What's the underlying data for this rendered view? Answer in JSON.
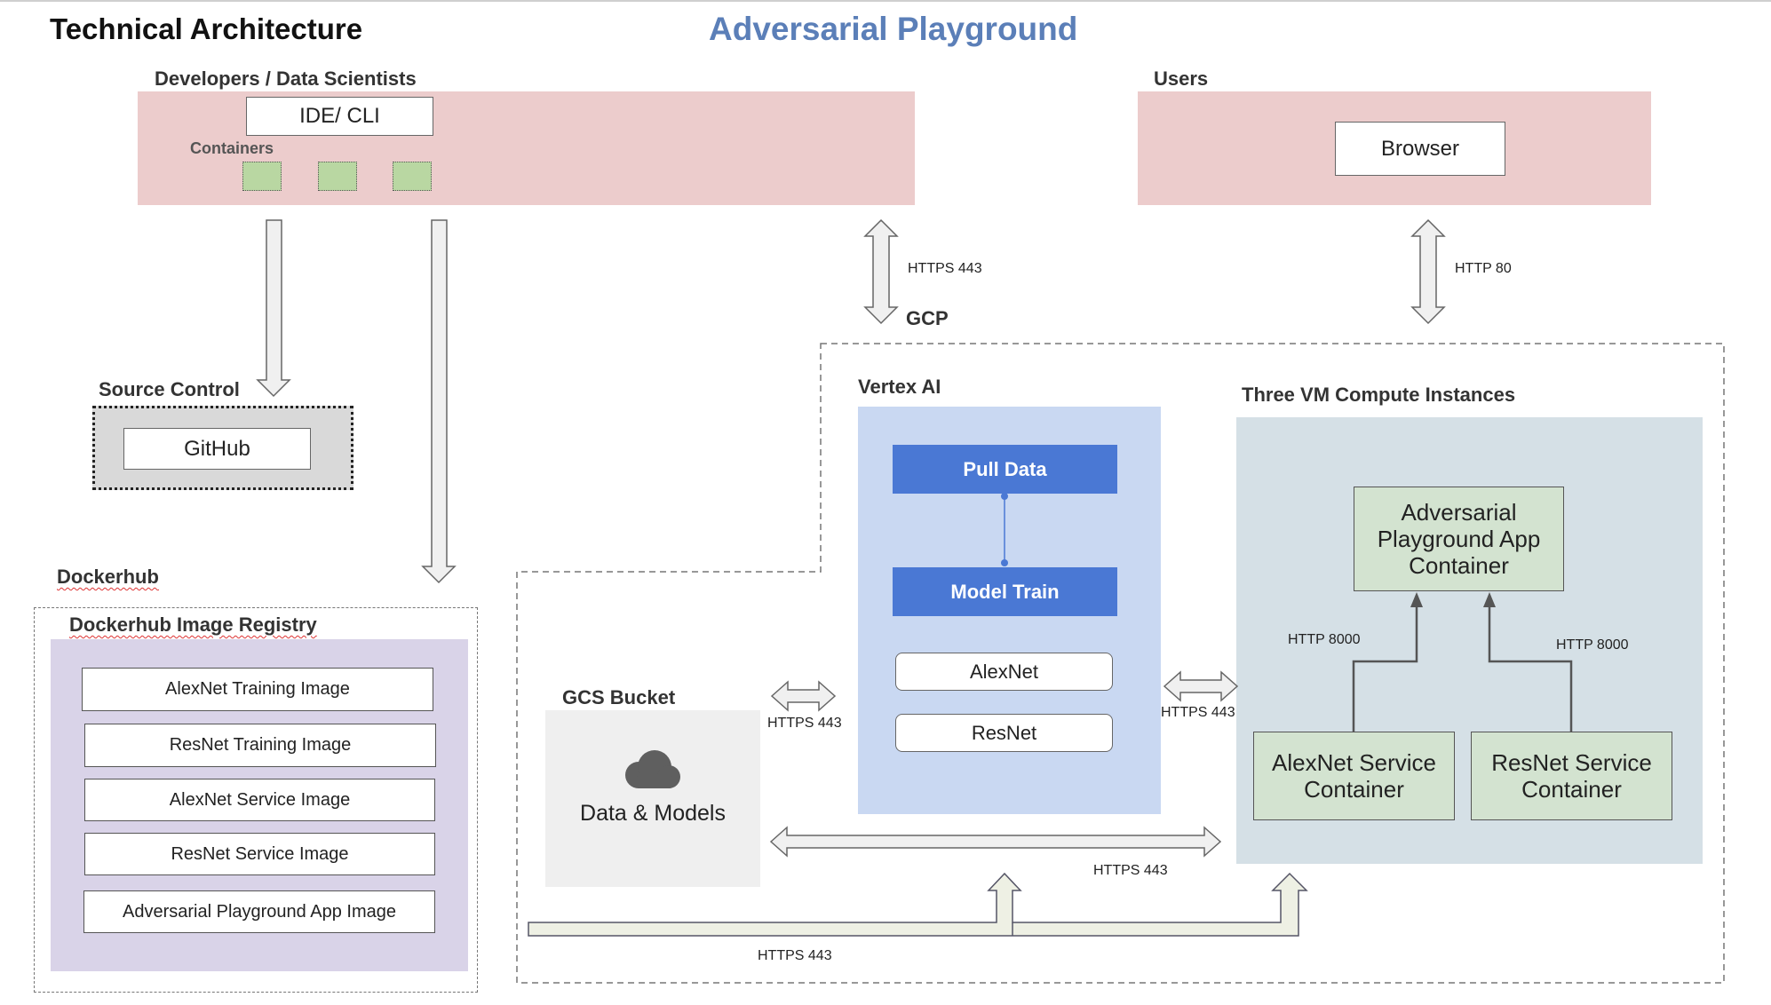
{
  "header": {
    "left_title": "Technical Architecture",
    "main_title": "Adversarial Playground"
  },
  "developers": {
    "label": "Developers / Data Scientists",
    "ide_label": "IDE/ CLI",
    "containers_label": "Containers"
  },
  "users": {
    "label": "Users",
    "browser_label": "Browser"
  },
  "source_control": {
    "label": "Source Control",
    "github_label": "GitHub"
  },
  "dockerhub": {
    "label": "Dockerhub",
    "registry_label": "Dockerhub Image Registry",
    "images": [
      "AlexNet Training Image",
      "ResNet Training Image",
      "AlexNet Service Image",
      "ResNet Service Image",
      "Adversarial Playground App Image"
    ]
  },
  "gcp": {
    "label": "GCP",
    "vertex": {
      "label": "Vertex AI",
      "pull_data": "Pull Data",
      "model_train": "Model Train",
      "alexnet": "AlexNet",
      "resnet": "ResNet"
    },
    "vm": {
      "label": "Three VM Compute Instances",
      "app_container": "Adversarial Playground App Container",
      "alexnet_service": "AlexNet Service Container",
      "resnet_service": "ResNet Service Container"
    },
    "gcs": {
      "label": "GCS Bucket",
      "data_models": "Data & Models"
    }
  },
  "connections": {
    "dev_gcp": "HTTPS 443",
    "users_vm": "HTTP 80",
    "gcs_vertex": "HTTPS 443",
    "vertex_vm": "HTTPS 443",
    "gcs_vm": "HTTPS 443",
    "bottom": "HTTPS 443",
    "alexnet_app": "HTTP 8000",
    "resnet_app": "HTTP 8000"
  },
  "colors": {
    "title_blue": "#5b7fb8",
    "pink_panel": "#eccccc",
    "vertex_bg": "#c9d8f2",
    "vm_bg": "#d5e0e6",
    "registry_bg": "#d9d3e8",
    "button_blue": "#4a78d4",
    "container_green": "#d3e3d0"
  }
}
